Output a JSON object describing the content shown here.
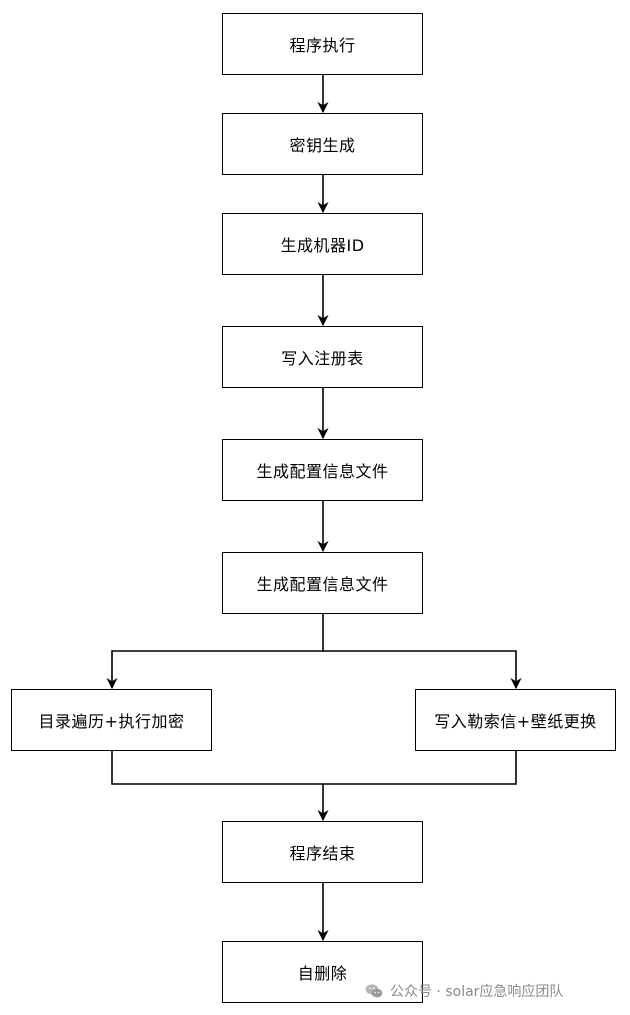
{
  "diagram": {
    "nodes": [
      {
        "id": "n1",
        "label": "程序执行"
      },
      {
        "id": "n2",
        "label": "密钥生成"
      },
      {
        "id": "n3",
        "label": "生成机器ID"
      },
      {
        "id": "n4",
        "label": "写入注册表"
      },
      {
        "id": "n5",
        "label": "生成配置信息文件"
      },
      {
        "id": "n6",
        "label": "生成配置信息文件"
      },
      {
        "id": "n7",
        "label": "目录遍历+执行加密"
      },
      {
        "id": "n8",
        "label": "写入勒索信+壁纸更换"
      },
      {
        "id": "n9",
        "label": "程序结束"
      },
      {
        "id": "n10",
        "label": "自删除"
      }
    ],
    "edges": [
      {
        "from": "n1",
        "to": "n2"
      },
      {
        "from": "n2",
        "to": "n3"
      },
      {
        "from": "n3",
        "to": "n4"
      },
      {
        "from": "n4",
        "to": "n5"
      },
      {
        "from": "n5",
        "to": "n6"
      },
      {
        "from": "n6",
        "to": "n7"
      },
      {
        "from": "n6",
        "to": "n8"
      },
      {
        "from": "n7",
        "to": "n9"
      },
      {
        "from": "n8",
        "to": "n9"
      },
      {
        "from": "n9",
        "to": "n10"
      }
    ]
  },
  "watermark": {
    "icon": "wechat-icon",
    "text": "公众号 · solar应急响应团队"
  }
}
